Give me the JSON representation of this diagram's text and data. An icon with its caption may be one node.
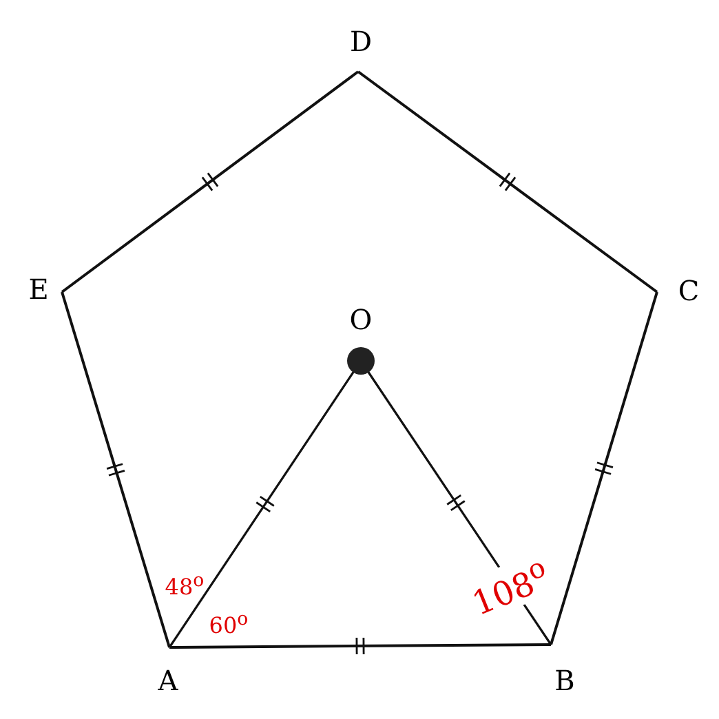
{
  "diagram": {
    "labels": [
      "D",
      "E",
      "C",
      "O",
      "48$^{o}$",
      "108$^{o}$",
      "60$^{o}$",
      "A",
      "B"
    ]
  }
}
